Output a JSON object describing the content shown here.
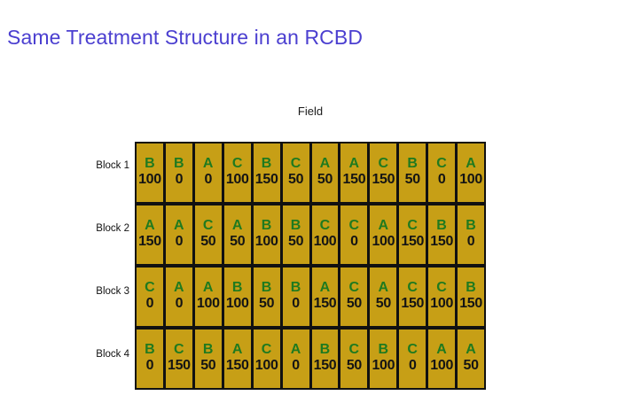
{
  "slide": {
    "title": "Same Treatment Structure in an RCBD",
    "title_color": "#4b3fd0",
    "field_label": "Field"
  },
  "design": {
    "cell_color": "#c79f16",
    "treatment_color": "#1f7a1f",
    "dose_color": "#141414",
    "border_color": "#111111",
    "blocks": 4,
    "plots_per_block": 12,
    "treatments": [
      "A",
      "B",
      "C"
    ],
    "doses": [
      0,
      50,
      100,
      150
    ]
  },
  "blocks": [
    {
      "label": "Block 1",
      "plots": [
        {
          "treatment": "B",
          "dose": "100"
        },
        {
          "treatment": "B",
          "dose": "0"
        },
        {
          "treatment": "A",
          "dose": "0"
        },
        {
          "treatment": "C",
          "dose": "100"
        },
        {
          "treatment": "B",
          "dose": "150"
        },
        {
          "treatment": "C",
          "dose": "50"
        },
        {
          "treatment": "A",
          "dose": "50"
        },
        {
          "treatment": "A",
          "dose": "150"
        },
        {
          "treatment": "C",
          "dose": "150"
        },
        {
          "treatment": "B",
          "dose": "50"
        },
        {
          "treatment": "C",
          "dose": "0"
        },
        {
          "treatment": "A",
          "dose": "100"
        }
      ]
    },
    {
      "label": "Block 2",
      "plots": [
        {
          "treatment": "A",
          "dose": "150"
        },
        {
          "treatment": "A",
          "dose": "0"
        },
        {
          "treatment": "C",
          "dose": "50"
        },
        {
          "treatment": "A",
          "dose": "50"
        },
        {
          "treatment": "B",
          "dose": "100"
        },
        {
          "treatment": "B",
          "dose": "50"
        },
        {
          "treatment": "C",
          "dose": "100"
        },
        {
          "treatment": "C",
          "dose": "0"
        },
        {
          "treatment": "A",
          "dose": "100"
        },
        {
          "treatment": "C",
          "dose": "150"
        },
        {
          "treatment": "B",
          "dose": "150"
        },
        {
          "treatment": "B",
          "dose": "0"
        }
      ]
    },
    {
      "label": "Block 3",
      "plots": [
        {
          "treatment": "C",
          "dose": "0"
        },
        {
          "treatment": "A",
          "dose": "0"
        },
        {
          "treatment": "A",
          "dose": "100"
        },
        {
          "treatment": "B",
          "dose": "100"
        },
        {
          "treatment": "B",
          "dose": "50"
        },
        {
          "treatment": "B",
          "dose": "0"
        },
        {
          "treatment": "A",
          "dose": "150"
        },
        {
          "treatment": "C",
          "dose": "50"
        },
        {
          "treatment": "A",
          "dose": "50"
        },
        {
          "treatment": "C",
          "dose": "150"
        },
        {
          "treatment": "C",
          "dose": "100"
        },
        {
          "treatment": "B",
          "dose": "150"
        }
      ]
    },
    {
      "label": "Block 4",
      "plots": [
        {
          "treatment": "B",
          "dose": "0"
        },
        {
          "treatment": "C",
          "dose": "150"
        },
        {
          "treatment": "B",
          "dose": "50"
        },
        {
          "treatment": "A",
          "dose": "150"
        },
        {
          "treatment": "C",
          "dose": "100"
        },
        {
          "treatment": "A",
          "dose": "0"
        },
        {
          "treatment": "B",
          "dose": "150"
        },
        {
          "treatment": "C",
          "dose": "50"
        },
        {
          "treatment": "B",
          "dose": "100"
        },
        {
          "treatment": "C",
          "dose": "0"
        },
        {
          "treatment": "A",
          "dose": "100"
        },
        {
          "treatment": "A",
          "dose": "50"
        }
      ]
    }
  ]
}
